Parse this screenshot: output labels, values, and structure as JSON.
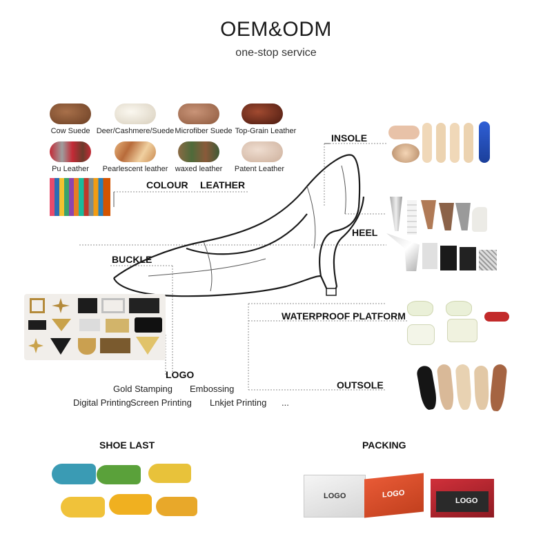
{
  "header": {
    "title": "OEM&ODM",
    "subtitle": "one-stop service"
  },
  "materials": [
    {
      "label": "Cow Suede",
      "color": "#8a5a3a"
    },
    {
      "label": "Deer/Cashmere/Suede",
      "color": "#e8e0d2"
    },
    {
      "label": "Microfiber Suede",
      "color": "#a9775a"
    },
    {
      "label": "Top-Grain Leather",
      "color": "#6a2e20"
    },
    {
      "label": "Pu Leather",
      "color": "#c0303e"
    },
    {
      "label": "Pearlescent leather",
      "color": "#c9885a"
    },
    {
      "label": "waxed leather",
      "color": "#7a5a3a"
    },
    {
      "label": "Patent Leather",
      "color": "#d9bfae"
    }
  ],
  "sections": {
    "colour": "COLOUR",
    "leather": "LEATHER",
    "insole": "INSOLE",
    "heel": "HEEL",
    "buckle": "BUCKLE",
    "waterproof_platform": "WATERPROOF PLATFORM",
    "outsole": "OUTSOLE",
    "logo": "LOGO"
  },
  "logo_options": {
    "gold_stamping": "Gold Stamping",
    "embossing": "Embossing",
    "digital_printing": "Digital Printing",
    "screen_printing": "Screen Printing",
    "inkjet_printing": "Lnkjet Printing",
    "more": "..."
  },
  "bottom": {
    "shoe_last": "SHOE LAST",
    "packing": "PACKING",
    "box_logo": "LOGO"
  }
}
